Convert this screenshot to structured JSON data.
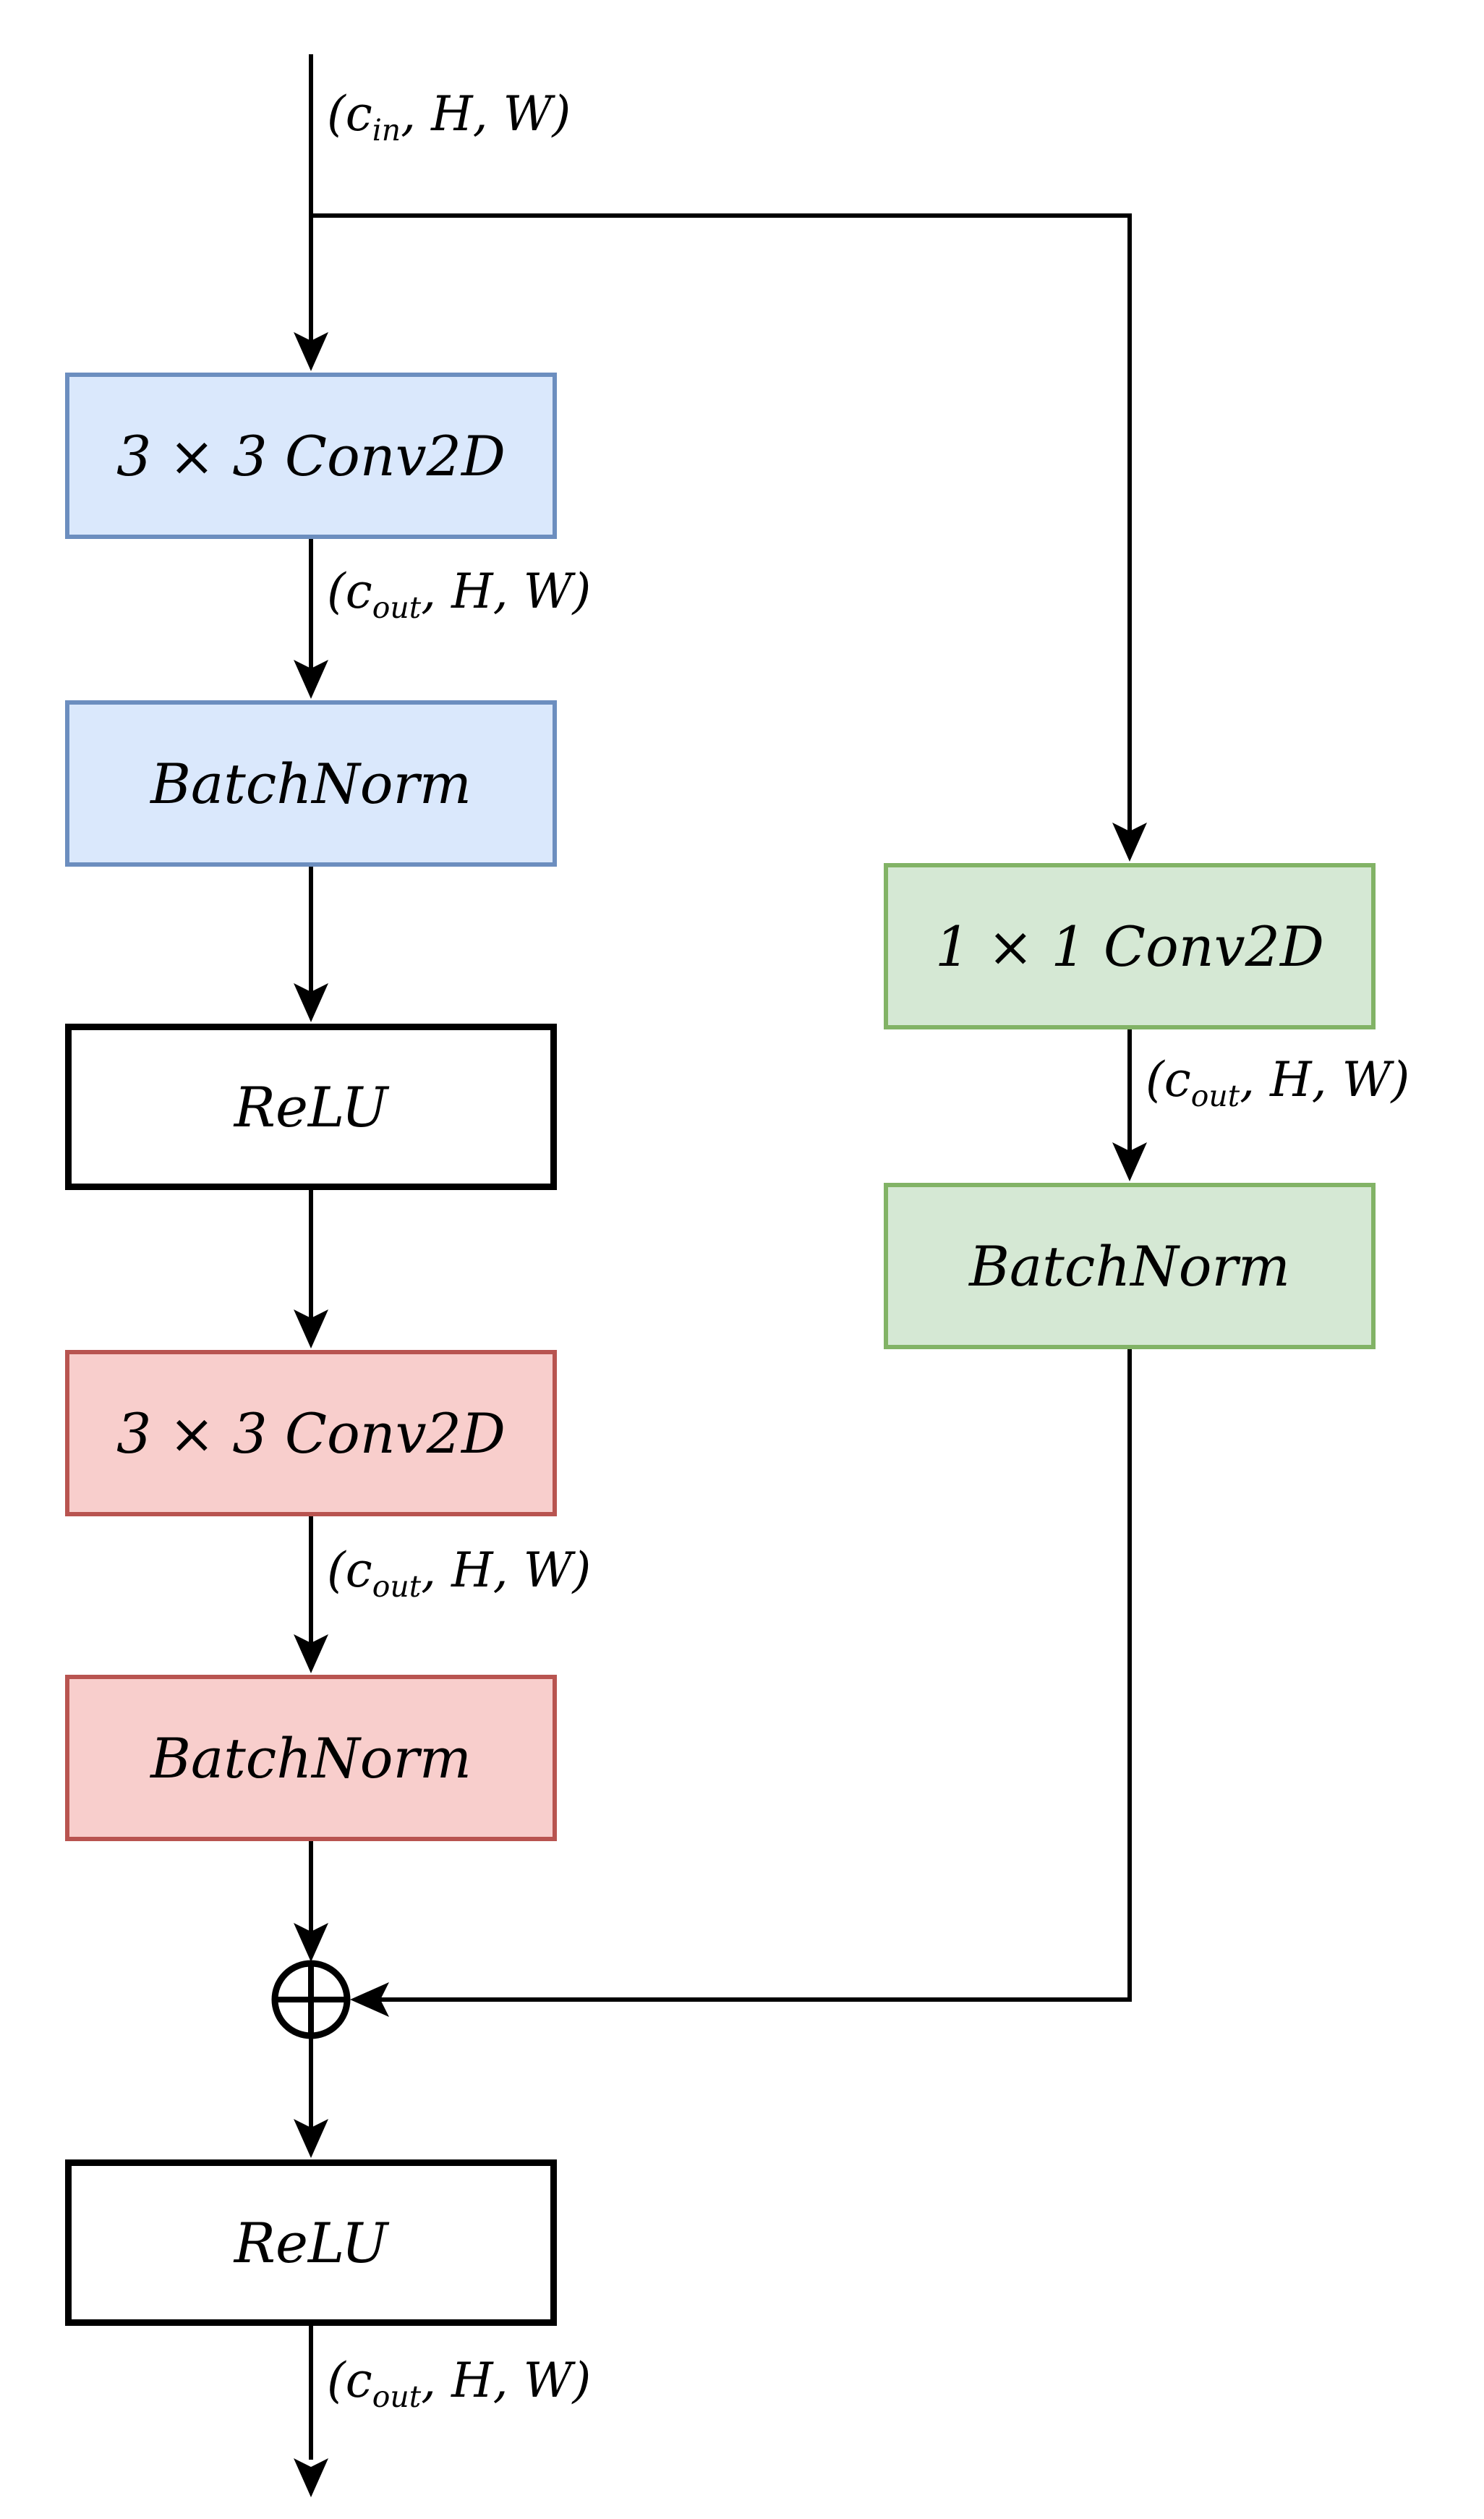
{
  "colors": {
    "blue_fill": "#dae8fc",
    "blue_stroke": "#6c8ebf",
    "red_fill": "#f8cecc",
    "red_stroke": "#b85450",
    "green_fill": "#d5e8d4",
    "green_stroke": "#82b366",
    "white_fill": "#ffffff",
    "line_color": "#000000"
  },
  "icons": {
    "sum_junction": "⊕"
  },
  "nodes": {
    "conv1": {
      "label": "3 × 3 Conv2D",
      "color": "blue"
    },
    "bn1": {
      "label": "BatchNorm",
      "color": "blue"
    },
    "relu1": {
      "label": "ReLU",
      "color": "white"
    },
    "conv2": {
      "label": "3 × 3 Conv2D",
      "color": "red"
    },
    "bn2": {
      "label": "BatchNorm",
      "color": "red"
    },
    "shortcut_conv": {
      "label": "1 × 1 Conv2D",
      "color": "green"
    },
    "shortcut_bn": {
      "label": "BatchNorm",
      "color": "green"
    },
    "relu_out": {
      "label": "ReLU",
      "color": "white"
    }
  },
  "edge_labels": {
    "input": {
      "pre": "(c",
      "sub": "in",
      "post": ", H, W)"
    },
    "cout": {
      "pre": "(c",
      "sub": "out",
      "post": ", H, W)"
    }
  }
}
